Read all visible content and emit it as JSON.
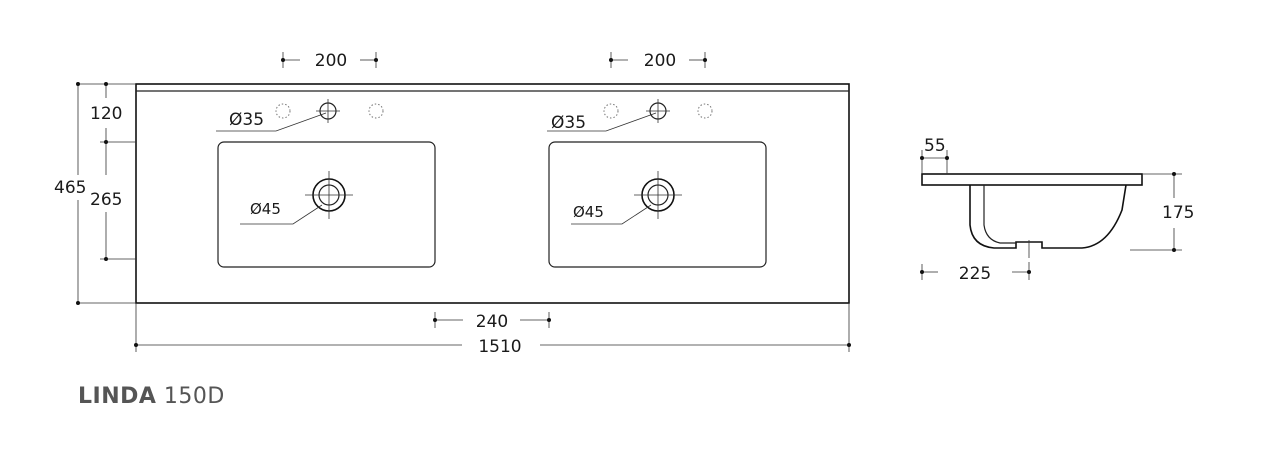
{
  "dims": {
    "top_left_width": "200",
    "top_right_width": "200",
    "d_tap_left": "Ø35",
    "d_tap_right": "Ø35",
    "d_drain_left": "Ø45",
    "d_drain_right": "Ø45",
    "depth_back": "120",
    "total_depth": "465",
    "bowl_depth": "265",
    "bowl_gap": "240",
    "total_width": "1510",
    "side_edge": "55",
    "side_height": "175",
    "side_drain": "225"
  },
  "product": {
    "name": "LINDA",
    "model": "150D"
  }
}
